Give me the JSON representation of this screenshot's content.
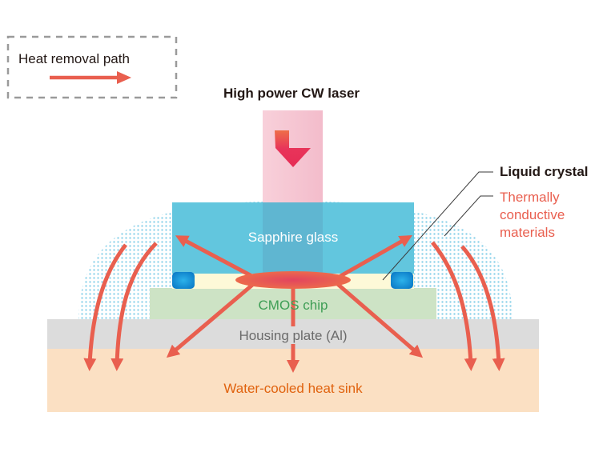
{
  "legend": {
    "label": "Heat removal path",
    "arrow_icon": "right-arrow-icon"
  },
  "laser": {
    "label": "High power CW laser",
    "arrow_icon": "down-arrow-icon"
  },
  "layers": {
    "sapphire": "Sapphire glass",
    "cmos": "CMOS chip",
    "housing": "Housing plate (Al)",
    "heatsink": "Water-cooled heat sink"
  },
  "callouts": {
    "liquid_crystal": "Liquid crystal",
    "thermal_line1": "Thermally",
    "thermal_line2": "conductive",
    "thermal_line3": "materials"
  },
  "colors": {
    "arrow": "#e95f4f",
    "sapphire": "#62c6de",
    "laser_beam": "#f6c4d0",
    "cmos": "#cde3c5",
    "housing": "#dcdcdc",
    "heatsink": "#fbe0c3",
    "liquid_crystal": "#fdf9d8",
    "spacer": "#1a8fd6",
    "dots": "#8fd3ea",
    "cmos_text": "#3e9e55",
    "housing_text": "#6b6b6b",
    "heatsink_text": "#e0620e",
    "thermal_text": "#e95f4f",
    "legend_border": "#9a9a9a"
  }
}
